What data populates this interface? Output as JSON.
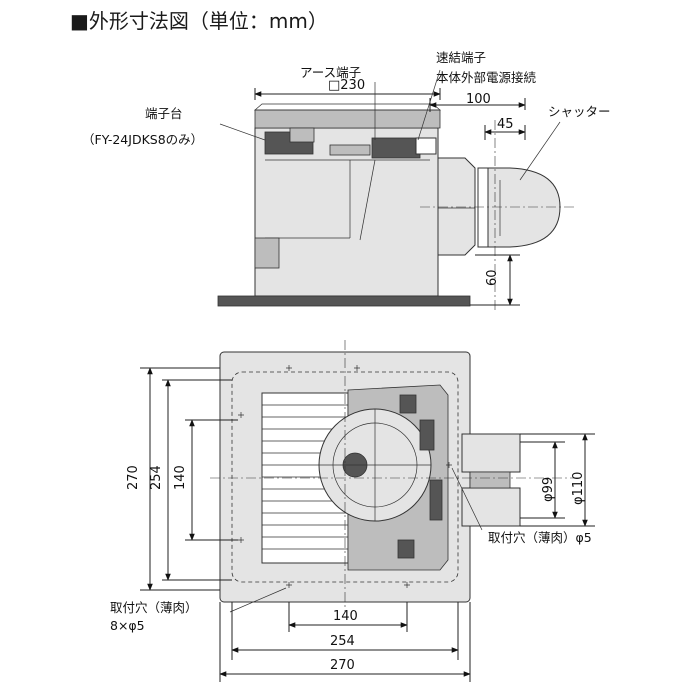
{
  "title": "■外形寸法図（単位：mm）",
  "side_view": {
    "label_terminal_block": "端子台",
    "label_terminal_model": "（FY-24JDKS8のみ）",
    "label_earth": "アース端子",
    "dim_230": "□230",
    "label_quick_terminal": "速結端子",
    "label_power_conn": "本体外部電源接続",
    "dim_100": "100",
    "dim_45": "45",
    "label_shutter": "シャッター",
    "dim_60": "60"
  },
  "bottom_view": {
    "dim_270_v": "270",
    "dim_254_v": "254",
    "dim_140_v": "140",
    "dim_phi99": "φ99",
    "dim_phi110": "φ110",
    "label_mount_right": "取付穴（薄肉）φ5",
    "label_mount_left_1": "取付穴（薄肉）",
    "label_mount_left_2": "8×φ5",
    "dim_140_h": "140",
    "dim_254_h": "254",
    "dim_270_h": "270"
  }
}
